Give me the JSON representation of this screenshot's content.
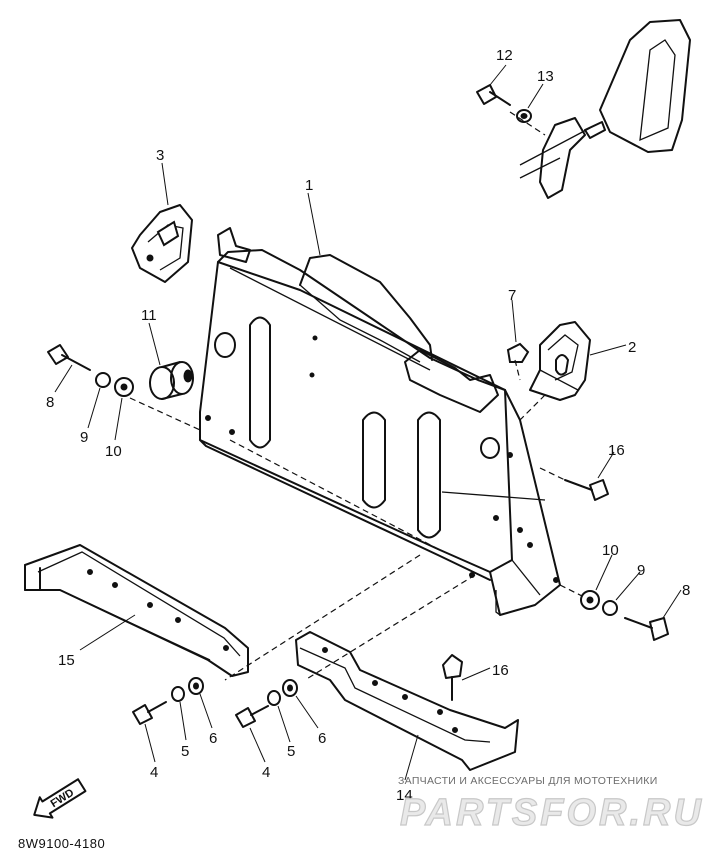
{
  "diagram": {
    "callouts": {
      "p1": "1",
      "p2": "2",
      "p3": "3",
      "p4a": "4",
      "p4b": "4",
      "p5a": "5",
      "p5b": "5",
      "p6a": "6",
      "p6b": "6",
      "p7": "7",
      "p8a": "8",
      "p8b": "8",
      "p9a": "9",
      "p9b": "9",
      "p10a": "10",
      "p10b": "10",
      "p11": "11",
      "p12": "12",
      "p13": "13",
      "p14": "14",
      "p15": "15",
      "p16a": "16",
      "p16b": "16"
    },
    "fwd_label": "FWD",
    "diagram_code": "8W9100-4180"
  },
  "watermark": {
    "tagline": "ЗАПЧАСТИ И АКСЕССУАРЫ ДЛЯ МОТОТЕХНИКИ",
    "brand": "PARTSFOR.RU"
  }
}
